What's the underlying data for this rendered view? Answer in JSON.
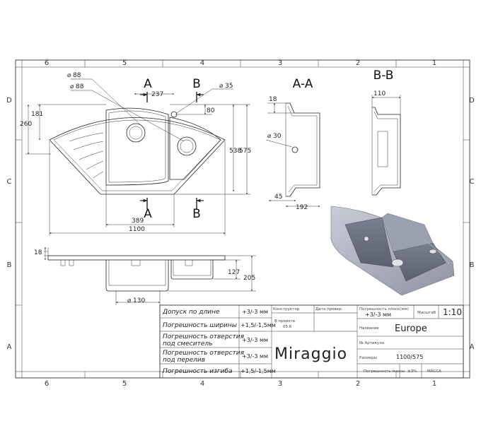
{
  "grid": {
    "columns": [
      "6",
      "5",
      "4",
      "3",
      "2",
      "1"
    ],
    "rows": [
      "D",
      "C",
      "B",
      "A"
    ]
  },
  "plan_dims": {
    "d88_top": "88",
    "d88_second": "88",
    "d35": "35",
    "w237": "237",
    "w80": "80",
    "h181": "181",
    "h260": "260",
    "h538": "538",
    "h575": "575",
    "w389": "389",
    "w1100": "1100"
  },
  "section_labels": {
    "a_top": "A",
    "b_top": "B",
    "a_bottom": "A",
    "b_bottom": "B",
    "aa": "A-A",
    "bb": "B-B"
  },
  "section_dims": {
    "d18": "18",
    "d30": "30",
    "d45": "45",
    "d192": "192",
    "d110": "110"
  },
  "side_dims": {
    "d18": "18",
    "d127": "127",
    "d205": "205",
    "d130": "130"
  },
  "title_block": {
    "rows": [
      {
        "label": "Допуск по длине",
        "value": "+3/-3 мм"
      },
      {
        "label": "Погрешность ширины",
        "value": "+1,5/-1,5мм"
      },
      {
        "label": "Погрешность отверстия\nпод смеситель",
        "value": "+3/-3 мм"
      },
      {
        "label": "Погрешность отверстия\nпод перелив",
        "value": "+3/-3 мм"
      },
      {
        "label": "Погрешность изгиба",
        "value": "+1,5/-1,5мм"
      }
    ],
    "konstruktor": "Конструктор",
    "data_proverki": "Дата провер.",
    "proverka_label": "В проекте",
    "proverka_value": "05.6",
    "flatness_label": "Погрешность плоск(мм)",
    "flatness_value": "+3/-3 мм",
    "scale_label": "Масштаб",
    "scale_value": "1:10",
    "name_label": "Название",
    "name_value": "Europe",
    "article_label": "№ Артикула",
    "size_label": "Размеры",
    "size_value": "1100/575",
    "mass_tol_label": "Погрешность массы",
    "mass_tol_value": "±3%",
    "mass_label": "МАССА",
    "brand": "Miraggio"
  }
}
